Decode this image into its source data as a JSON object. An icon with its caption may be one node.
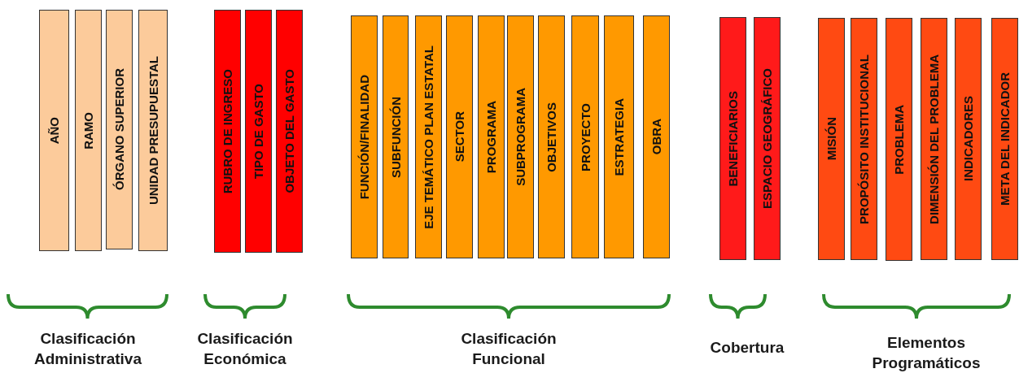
{
  "diagram": {
    "nodes": [
      {
        "text": [
          "AÑO"
        ]
      },
      {
        "text": [
          "RAMO"
        ]
      },
      {
        "text": [
          "ÓRGANO SUPERIOR"
        ]
      },
      {
        "text": [
          "UNIDAD PRESUPUESTAL"
        ]
      },
      {
        "text": [
          "RUBRO DE INGRESO"
        ]
      },
      {
        "text": [
          "TIPO DE GASTO"
        ]
      },
      {
        "text": [
          "OBJETO DEL GASTO"
        ]
      },
      {
        "text": [
          "FUNCIÓN/FINALIDAD"
        ]
      },
      {
        "text": [
          "SUBFUNCIÓN"
        ]
      },
      {
        "text": [
          "EJE TEMÁTICO PLAN ESTATAL"
        ]
      },
      {
        "text": [
          "SECTOR"
        ]
      },
      {
        "text": [
          "PROGRAMA"
        ]
      },
      {
        "text": [
          "SUBPROGRAMA"
        ]
      },
      {
        "text": [
          "OBJETIVOS"
        ]
      },
      {
        "text": [
          "PROYECTO"
        ]
      },
      {
        "text": [
          "ESTRATEGIA"
        ]
      },
      {
        "text": [
          "OBRA"
        ]
      },
      {
        "text": [
          "BENEFICIARIOS"
        ]
      },
      {
        "text": [
          "ESPACIO GEOGRÁFICO"
        ]
      },
      {
        "text": [
          "MISIÓN"
        ]
      },
      {
        "text": [
          "PROPÓSITO INSTITUCIONAL"
        ]
      },
      {
        "text": [
          "PROBLEMA"
        ]
      },
      {
        "text": [
          "DIMENSIÓN DEL PROBLEMA"
        ]
      },
      {
        "text": [
          "INDICADORES"
        ]
      },
      {
        "text": [
          "META DEL INDICADOR"
        ]
      }
    ],
    "edges": [],
    "labels": [
      "Clasificación Administrativa",
      "Clasificación Económica",
      "Clasificación Funcional",
      "Cobertura",
      "Elementos Programáticos"
    ]
  }
}
